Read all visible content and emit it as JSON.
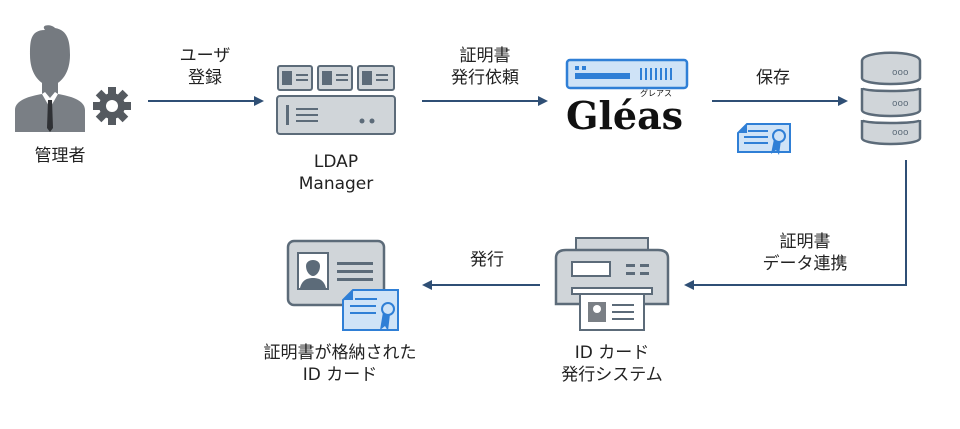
{
  "nodes": {
    "admin": {
      "label": "管理者"
    },
    "ldap": {
      "label_lines": [
        "LDAP",
        "Manager"
      ]
    },
    "gleas": {
      "logo_text": "Gléas",
      "logo_ruby": "グレアス"
    },
    "idcard": {
      "label_lines": [
        "証明書が格納された",
        "ID カード"
      ]
    },
    "printer": {
      "label_lines": [
        "ID カード",
        "発行システム"
      ]
    }
  },
  "edges": {
    "user_register": {
      "label_lines": [
        "ユーザ",
        "登録"
      ]
    },
    "cert_request": {
      "label_lines": [
        "証明書",
        "発行依頼"
      ]
    },
    "save": {
      "label_lines": [
        "保存"
      ]
    },
    "cert_data": {
      "label_lines": [
        "証明書",
        "データ連携"
      ]
    },
    "issue": {
      "label_lines": [
        "発行"
      ]
    }
  },
  "server": {
    "led_text": "ooo"
  },
  "colors": {
    "arrow": "#2f4f75",
    "device_fill": "#d0d5d9",
    "device_stroke": "#5c6b79",
    "blue_fill": "#cfe3f7",
    "blue_stroke": "#2f7fd6",
    "person_fill": "#7a7f85"
  }
}
